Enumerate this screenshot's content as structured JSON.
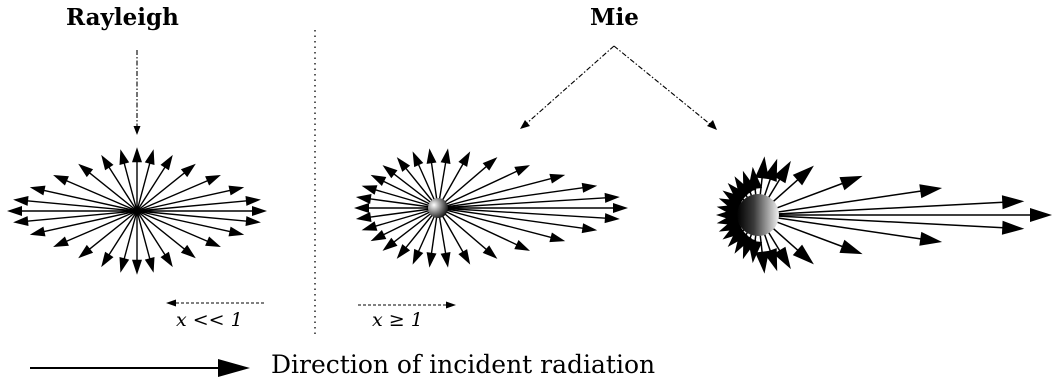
{
  "diagram": {
    "titles": {
      "left": "Rayleigh",
      "right": "Mie"
    },
    "size_parameters": {
      "rayleigh": "x << 1",
      "mie": "x ≥ 1"
    },
    "caption": "Direction of incident radiation",
    "colors": {
      "ink": "#000000",
      "particle_highlight": "#ffffff",
      "particle_shadow": "#000000"
    }
  }
}
